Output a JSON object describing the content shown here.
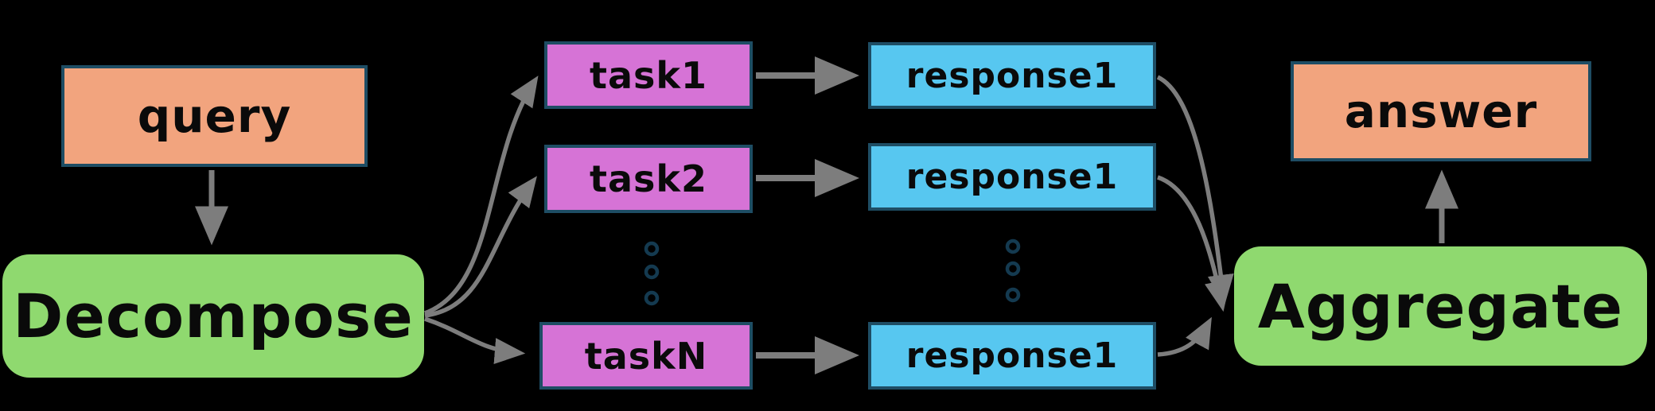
{
  "diagram": {
    "title": "query decomposition and aggregation flow",
    "background": "#000000",
    "colors": {
      "background": "#000000",
      "salmon": "#F2A47E",
      "orchid": "#D673D6",
      "sky": "#57C7F0",
      "green": "#8FD96F",
      "border": "#1E4D64",
      "dots": "#143A50",
      "arrow": "#7D7D7D",
      "text": "#0A0A0A"
    },
    "nodes": {
      "query": {
        "label": "query"
      },
      "decompose": {
        "label": "Decompose"
      },
      "task1": {
        "label": "task1"
      },
      "task2": {
        "label": "task2"
      },
      "taskN": {
        "label": "taskN"
      },
      "response1": {
        "label": "response1"
      },
      "response2": {
        "label": "response1"
      },
      "responseN": {
        "label": "response1"
      },
      "aggregate": {
        "label": "Aggregate"
      },
      "answer": {
        "label": "answer"
      }
    },
    "edges": [
      {
        "from": "query",
        "to": "decompose"
      },
      {
        "from": "decompose",
        "to": "task1"
      },
      {
        "from": "decompose",
        "to": "task2"
      },
      {
        "from": "decompose",
        "to": "taskN"
      },
      {
        "from": "task1",
        "to": "response1"
      },
      {
        "from": "task2",
        "to": "response2"
      },
      {
        "from": "taskN",
        "to": "responseN"
      },
      {
        "from": "response1",
        "to": "aggregate"
      },
      {
        "from": "response2",
        "to": "aggregate"
      },
      {
        "from": "responseN",
        "to": "aggregate"
      },
      {
        "from": "aggregate",
        "to": "answer"
      }
    ],
    "ellipsis": {
      "task_column": "3 dots",
      "response_column": "3 dots"
    }
  }
}
